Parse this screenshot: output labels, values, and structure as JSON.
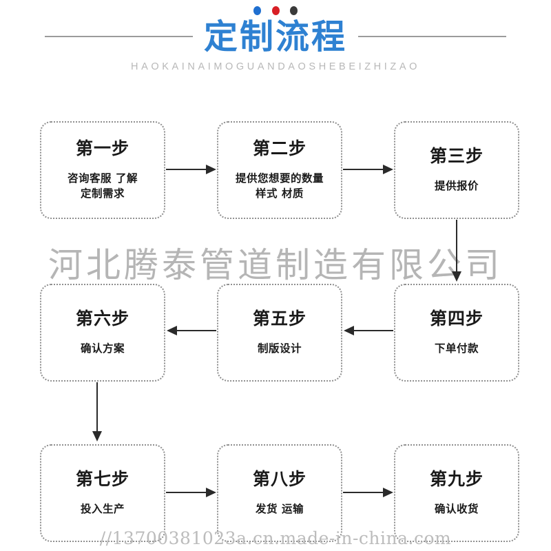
{
  "header": {
    "dots": [
      {
        "name": "dot-blue",
        "color": "#1f6fd0"
      },
      {
        "name": "dot-red",
        "color": "#d81f26"
      },
      {
        "name": "dot-dark",
        "color": "#3a3a3a"
      }
    ],
    "title": "定制流程",
    "title_color": "#2e81d2",
    "subtitle": "HAOKAINAIMOGUANDAOSHEBEIZHIZAO",
    "rule_color": "#9b9b9b"
  },
  "flow": {
    "border_color": "#8e8e8e",
    "arrow_color": "#2a2a2a",
    "nodes": [
      {
        "id": "step-1",
        "step": "第一步",
        "desc_line1": "咨询客服 了解",
        "desc_line2": "定制需求"
      },
      {
        "id": "step-2",
        "step": "第二步",
        "desc_line1": "提供您想要的数量",
        "desc_line2": "样式 材质"
      },
      {
        "id": "step-3",
        "step": "第三步",
        "desc_line1": "提供报价",
        "desc_line2": ""
      },
      {
        "id": "step-4",
        "step": "第四步",
        "desc_line1": "下单付款",
        "desc_line2": ""
      },
      {
        "id": "step-5",
        "step": "第五步",
        "desc_line1": "制版设计",
        "desc_line2": ""
      },
      {
        "id": "step-6",
        "step": "第六步",
        "desc_line1": "确认方案",
        "desc_line2": ""
      },
      {
        "id": "step-7",
        "step": "第七步",
        "desc_line1": "投入生产",
        "desc_line2": ""
      },
      {
        "id": "step-8",
        "step": "第八步",
        "desc_line1": "发货 运输",
        "desc_line2": ""
      },
      {
        "id": "step-9",
        "step": "第九步",
        "desc_line1": "确认收货",
        "desc_line2": ""
      }
    ]
  },
  "watermarks": {
    "company": "河北腾泰管道制造有限公司",
    "url": "//13700381023a.cn.made-in-china.com"
  }
}
